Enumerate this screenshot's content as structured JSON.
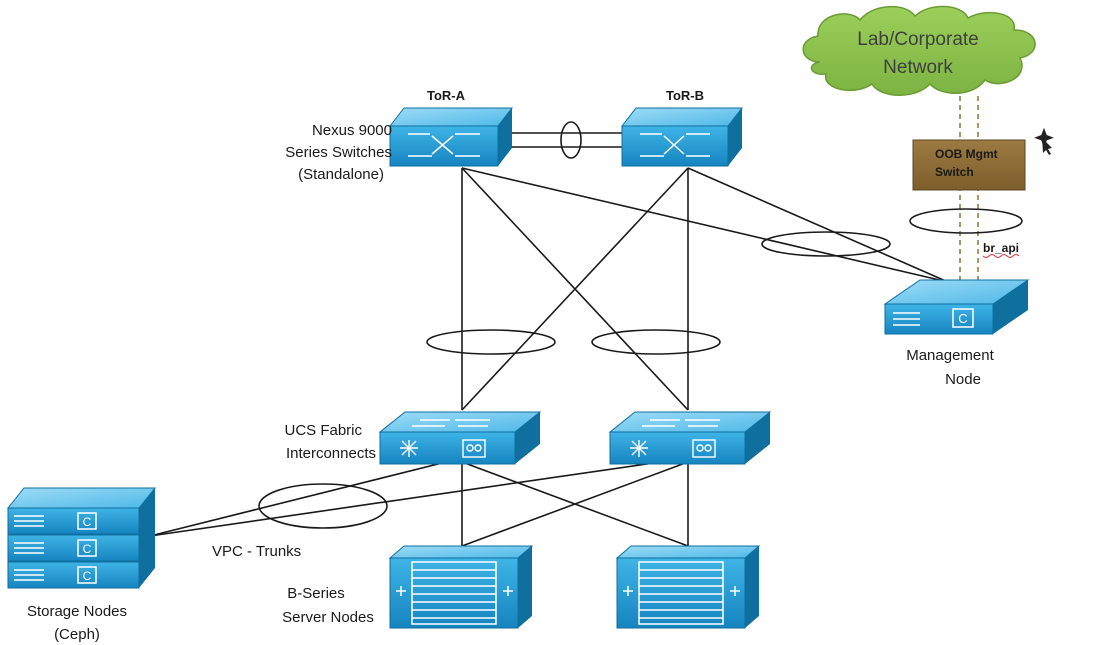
{
  "labels": {
    "cloud_line1": "Lab/Corporate",
    "cloud_line2": "Network",
    "tor_a": "ToR-A",
    "tor_b": "ToR-B",
    "nexus_line1": "Nexus 9000",
    "nexus_line2": "Series Switches",
    "nexus_line3": "(Standalone)",
    "oob_line1": "OOB Mgmt",
    "oob_line2": "Switch",
    "br_api": "br_api",
    "mgmt_line1": "Management",
    "mgmt_line2": "Node",
    "ucs_line1": "UCS Fabric",
    "ucs_line2": "Interconnects",
    "vpc": "VPC - Trunks",
    "bseries_line1": "B-Series",
    "bseries_line2": "Server Nodes",
    "storage_line1": "Storage Nodes",
    "storage_line2": "(Ceph)"
  },
  "colors": {
    "switch_blue": "#1f9ad6",
    "switch_top": "#6cc4ec",
    "switch_dark": "#0f6f9e",
    "cloud_green": "#8bc34a",
    "oob_brown": "#8a6a35",
    "link": "#1a1a1a"
  },
  "icons": [
    "cloud-icon",
    "switch-icon",
    "fabric-interconnect-icon",
    "server-chassis-icon",
    "storage-node-icon",
    "management-node-icon",
    "sparkle-cursor-icon"
  ]
}
